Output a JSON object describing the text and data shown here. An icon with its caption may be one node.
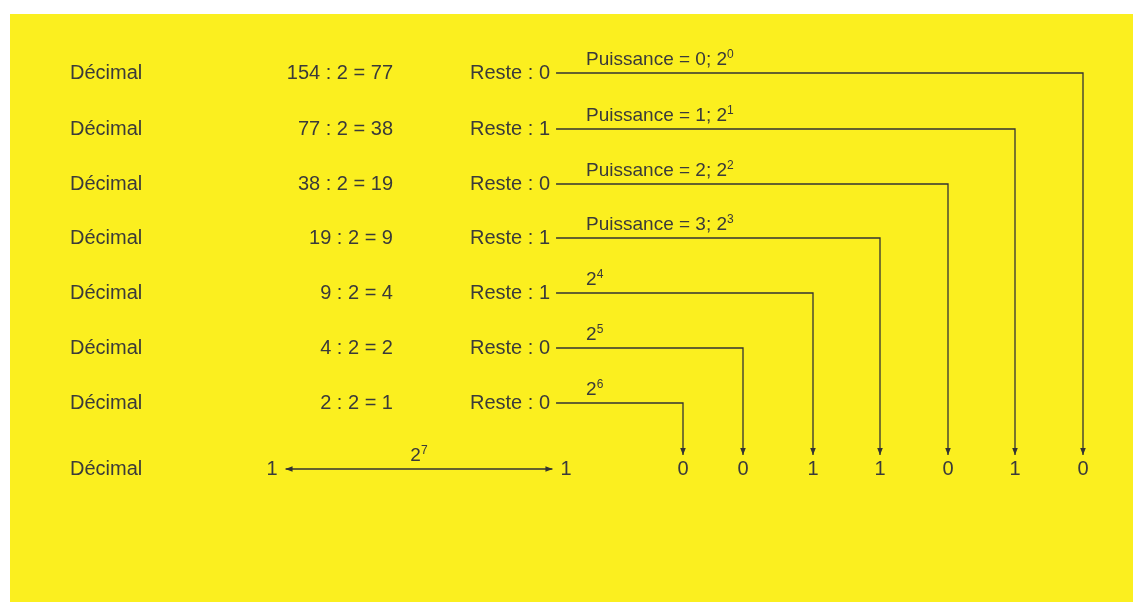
{
  "diagram": {
    "nodes": [
      {
        "text": [
          "Reste : 0"
        ]
      },
      {
        "text": [
          "Reste : 1"
        ]
      },
      {
        "text": [
          "Reste : 0"
        ]
      },
      {
        "text": [
          "Reste : 1"
        ]
      },
      {
        "text": [
          "Reste : 1"
        ]
      },
      {
        "text": [
          "Reste : 0"
        ]
      },
      {
        "text": [
          "Reste : 0"
        ]
      },
      {
        "text": [
          "1"
        ]
      },
      {
        "text": [
          "1"
        ]
      },
      {
        "text": [
          "0"
        ]
      },
      {
        "text": [
          "0"
        ]
      },
      {
        "text": [
          "1"
        ]
      },
      {
        "text": [
          "1"
        ]
      },
      {
        "text": [
          "0"
        ]
      },
      {
        "text": [
          "1"
        ]
      },
      {
        "text": [
          "0"
        ]
      }
    ],
    "edges": [
      {
        "from": 0,
        "to": 15,
        "arrow": "to",
        "label": "Puissance = 0; 2$^{0}$"
      },
      {
        "from": 1,
        "to": 14,
        "arrow": "to",
        "label": "Puissance = 1; 2$^{1}$"
      },
      {
        "from": 2,
        "to": 13,
        "arrow": "to",
        "label": "Puissance = 2; 2$^{2}$"
      },
      {
        "from": 3,
        "to": 12,
        "arrow": "to",
        "label": "Puissance = 3; 2$^{3}$"
      },
      {
        "from": 4,
        "to": 11,
        "arrow": "to",
        "label": "2$^{4}$"
      },
      {
        "from": 5,
        "to": 10,
        "arrow": "to",
        "label": "2$^{5}$"
      },
      {
        "from": 6,
        "to": 9,
        "arrow": "to",
        "label": "2$^{6}$"
      },
      {
        "from": 7,
        "to": 8,
        "arrow": "both",
        "label": "2$^{7}$"
      }
    ],
    "labels": [
      "Décimal",
      "154 : 2 = 77",
      "Décimal",
      "77 : 2 = 38",
      "Décimal",
      "38 : 2 = 19",
      "Décimal",
      "19 : 2 = 9",
      "Décimal",
      "9 : 2 = 4",
      "Décimal",
      "4 : 2 = 2",
      "Décimal",
      "2 : 2 = 1",
      "Décimal"
    ]
  }
}
